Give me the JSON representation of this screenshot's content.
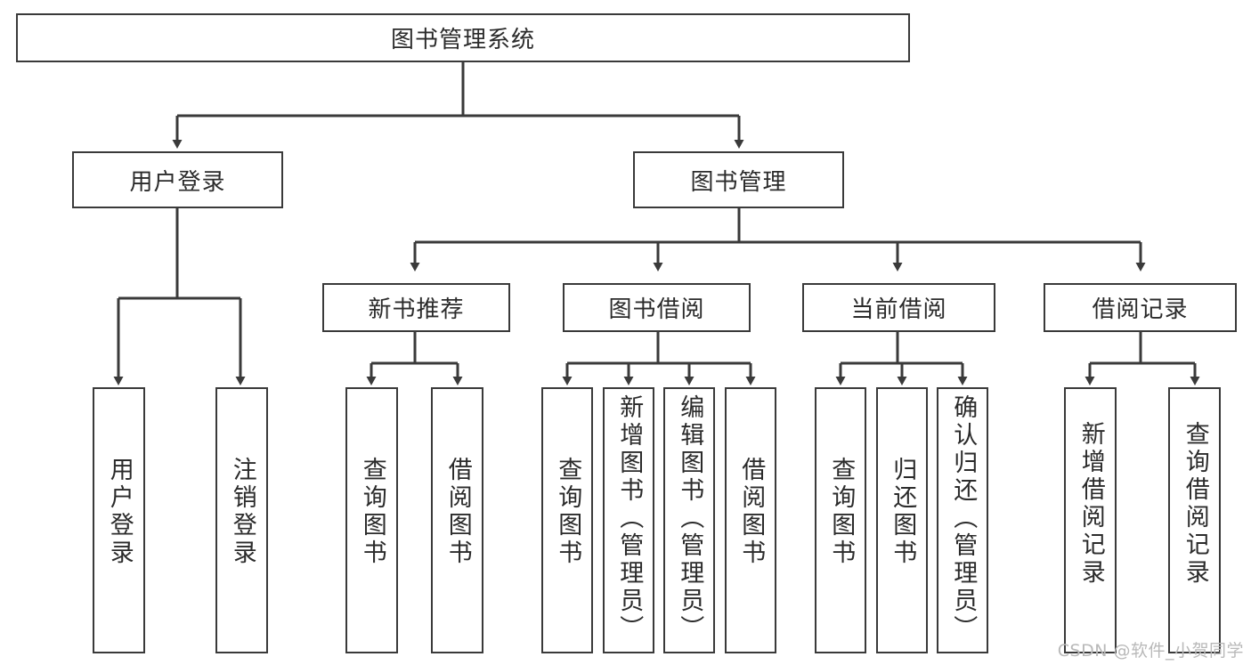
{
  "diagram": {
    "title": "图书管理系统",
    "type": "hierarchy-tree",
    "watermark": "CSDN @软件_小贺同学",
    "colors": {
      "box_border": "#3a3a3a",
      "box_fill": "#ffffff",
      "edge": "#3a3a3a",
      "text": "#2b2b2b",
      "watermark": "#b9b9b9"
    },
    "root": {
      "label": "图书管理系统"
    },
    "level2": [
      {
        "label": "用户登录"
      },
      {
        "label": "图书管理"
      }
    ],
    "level3": [
      {
        "label": "新书推荐"
      },
      {
        "label": "图书借阅"
      },
      {
        "label": "当前借阅"
      },
      {
        "label": "借阅记录"
      }
    ],
    "leaves": {
      "user_login": [
        {
          "label": "用户登录"
        },
        {
          "label": "注销登录"
        }
      ],
      "new_book": [
        {
          "label": "查询图书"
        },
        {
          "label": "借阅图书"
        }
      ],
      "book_borrow": [
        {
          "label": "查询图书"
        },
        {
          "label": "新增图书（管理员）"
        },
        {
          "label": "编辑图书（管理员）"
        },
        {
          "label": "借阅图书"
        }
      ],
      "current_borrow": [
        {
          "label": "查询图书"
        },
        {
          "label": "归还图书"
        },
        {
          "label": "确认归还（管理员）"
        }
      ],
      "borrow_record": [
        {
          "label": "新增借阅记录"
        },
        {
          "label": "查询借阅记录"
        }
      ]
    }
  }
}
